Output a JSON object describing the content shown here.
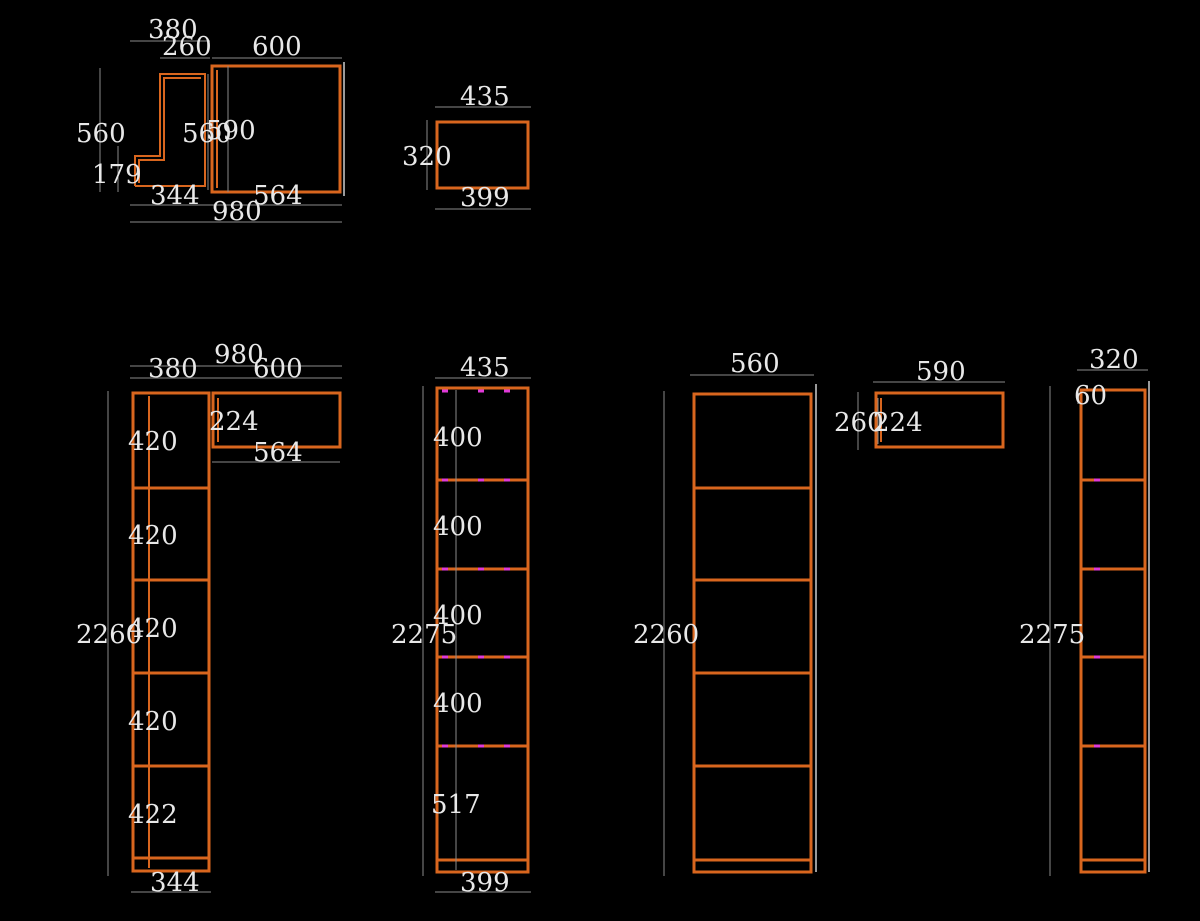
{
  "colors": {
    "background": "#000000",
    "panel_outline": "#d9661e",
    "dimension_line": "#8a8a8a",
    "dimension_text": "#e8e8e8",
    "shelf_pin": "#e03ad8"
  },
  "plan_l_shape": {
    "top_width": "380",
    "inner_top_width": "260",
    "right_width": "600",
    "left_height": "560",
    "inner_height": "560",
    "right_height": "590",
    "step_height": "179",
    "bottom_left_width": "344",
    "bottom_right_width": "564",
    "overall_width": "980"
  },
  "plan_rect": {
    "width_top": "435",
    "height": "320",
    "width_bottom": "399"
  },
  "elevation_a": {
    "left_width": "380",
    "overall_width": "980",
    "right_width": "600",
    "upper_box_height": "224",
    "upper_box_bottom": "564",
    "height": "2260",
    "base_width": "344",
    "shelf_heights": [
      "420",
      "420",
      "420",
      "420",
      "422"
    ]
  },
  "elevation_b": {
    "width_top": "435",
    "height": "2275",
    "width_bottom": "399",
    "shelf_heights": [
      "400",
      "400",
      "400",
      "400",
      "517"
    ]
  },
  "elevation_c": {
    "width": "560",
    "height": "2260"
  },
  "box_section": {
    "width": "590",
    "outer_height": "260",
    "inner_height": "224"
  },
  "elevation_d": {
    "width": "320",
    "top_gap": "60",
    "height": "2275"
  }
}
